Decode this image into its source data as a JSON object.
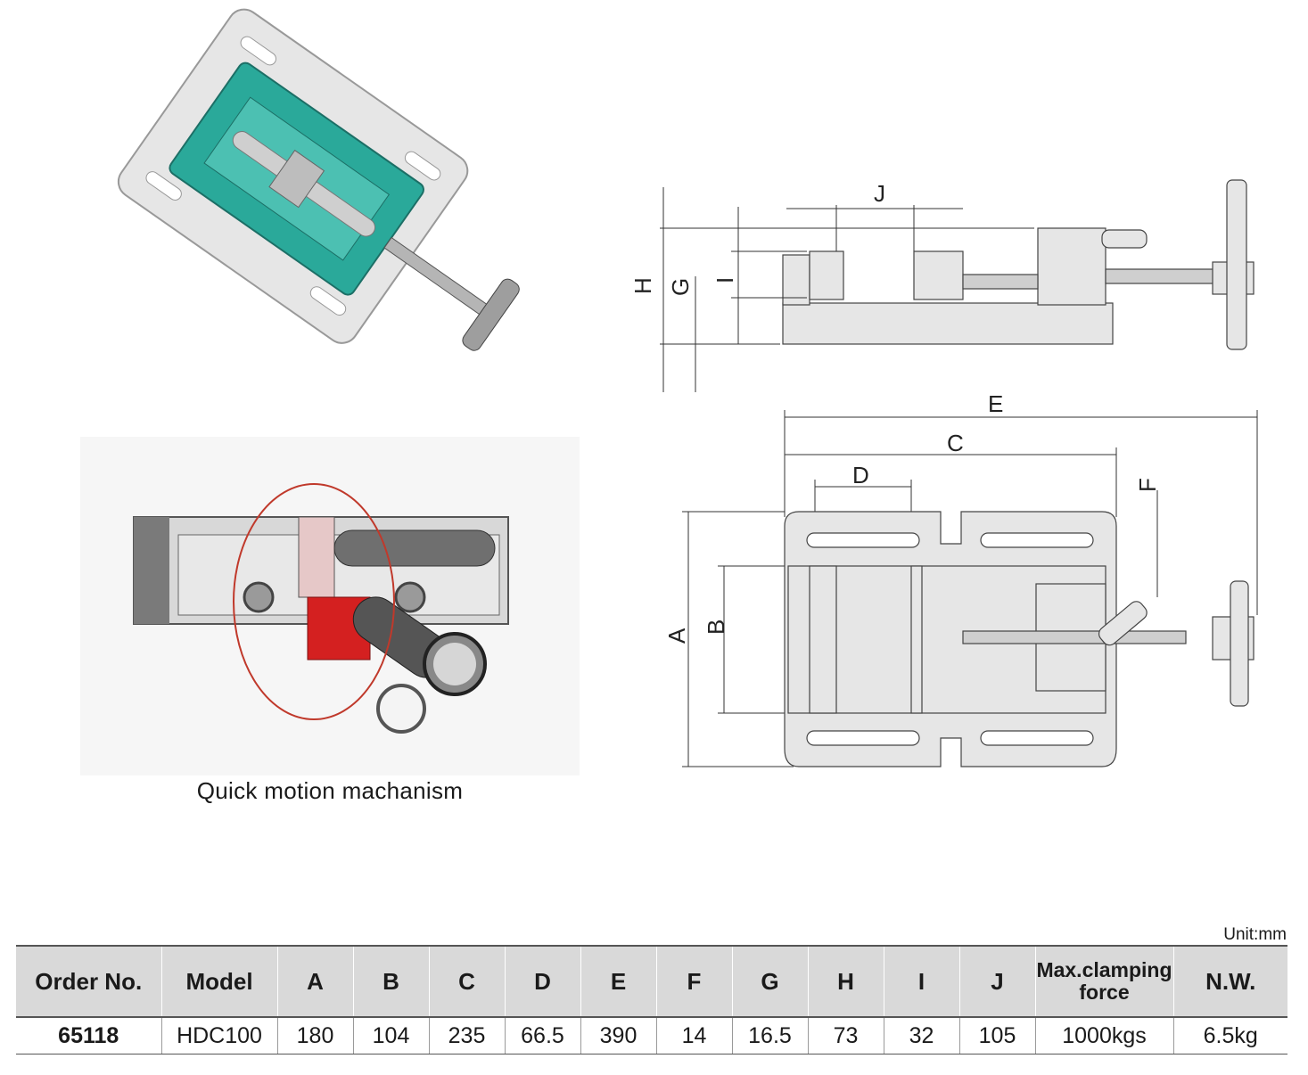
{
  "figures": {
    "quick_motion_caption": "Quick motion machanism"
  },
  "drawing_labels": {
    "A": "A",
    "B": "B",
    "C": "C",
    "D": "D",
    "E": "E",
    "F": "F",
    "G": "G",
    "H": "H",
    "I": "I",
    "J": "J"
  },
  "table": {
    "unit": "Unit:mm",
    "headers": {
      "order_no": "Order No.",
      "model": "Model",
      "a": "A",
      "b": "B",
      "c": "C",
      "d": "D",
      "e": "E",
      "f": "F",
      "g": "G",
      "h": "H",
      "i": "I",
      "j": "J",
      "max_clamping_force_line1": "Max.clamping",
      "max_clamping_force_line2": "force",
      "nw": "N.W."
    },
    "rows": [
      {
        "order_no": "65118",
        "model": "HDC100",
        "a": "180",
        "b": "104",
        "c": "235",
        "d": "66.5",
        "e": "390",
        "f": "14",
        "g": "16.5",
        "h": "73",
        "i": "32",
        "j": "105",
        "max_clamping_force": "1000kgs",
        "nw": "6.5kg"
      }
    ]
  },
  "colors": {
    "vise_body": "#e4e4e4",
    "vise_jaw_accent": "#2aa99a",
    "quick_motion_highlight": "#d42020",
    "ellipse_outline": "#c0392b",
    "table_header": "#d9d9d9"
  }
}
